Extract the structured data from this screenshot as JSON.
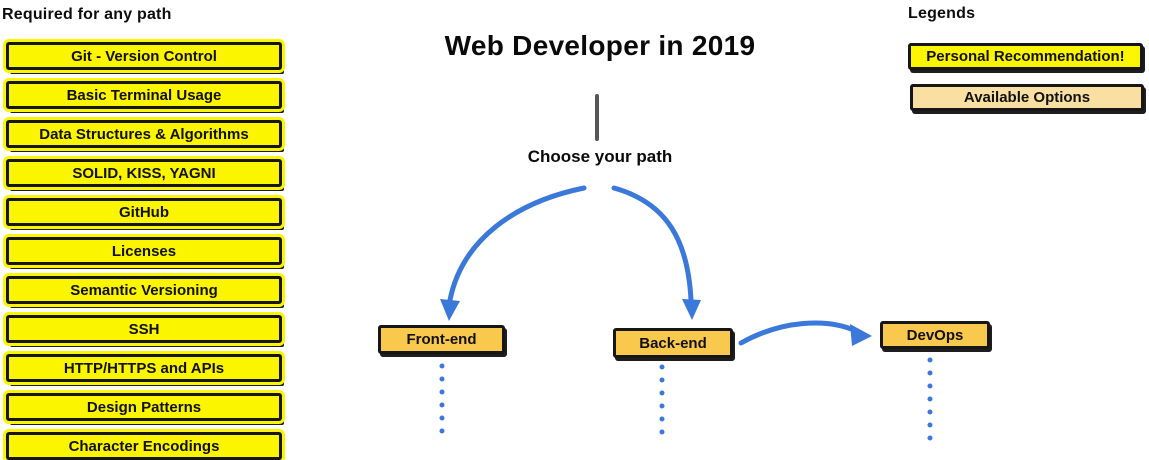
{
  "title": "Web Developer in 2019",
  "left_panel": {
    "heading": "Required for any path",
    "required_items": [
      "Git - Version Control",
      "Basic Terminal Usage",
      "Data Structures & Algorithms",
      "SOLID, KISS, YAGNI",
      "GitHub",
      "Licenses",
      "Semantic Versioning",
      "SSH",
      "HTTP/HTTPS and APIs",
      "Design Patterns",
      "Character Encodings"
    ]
  },
  "center": {
    "choose_label": "Choose your path",
    "paths": [
      {
        "label": "Front-end"
      },
      {
        "label": "Back-end"
      },
      {
        "label": "DevOps"
      }
    ]
  },
  "legend": {
    "heading": "Legends",
    "items": [
      {
        "label": "Personal Recommendation!",
        "color": "#FBF500"
      },
      {
        "label": "Available Options",
        "color": "#F9E0A2"
      }
    ]
  },
  "colors": {
    "recommendation_yellow": "#FBF500",
    "option_orange": "#F9C94E",
    "option_cream": "#F9E0A2",
    "arrow_blue": "#3A79DA",
    "stem_gray": "#565656",
    "border_black": "#161616"
  }
}
